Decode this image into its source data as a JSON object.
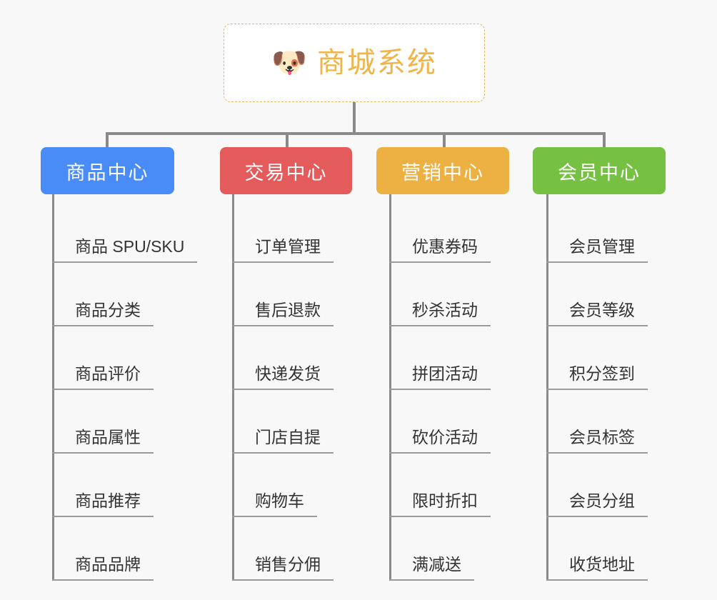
{
  "theme": {
    "background": "#f8f8f8",
    "connector_color": "#8a8a8a",
    "leaf_rule_color": "#9a9a9a",
    "leaf_text_color": "#333333",
    "root_border_color": "#eab761",
    "root_text_color": "#efb54a"
  },
  "root": {
    "title": "商城系统",
    "icon": "🐶",
    "icon_name": "shiba-dog-icon"
  },
  "categories": [
    {
      "id": "product-center",
      "label": "商品中心",
      "color": "#4a8cf7",
      "items": [
        "商品 SPU/SKU",
        "商品分类",
        "商品评价",
        "商品属性",
        "商品推荐",
        "商品品牌"
      ]
    },
    {
      "id": "trade-center",
      "label": "交易中心",
      "color": "#e45b5b",
      "items": [
        "订单管理",
        "售后退款",
        "快递发货",
        "门店自提",
        "购物车",
        "销售分佣"
      ]
    },
    {
      "id": "marketing-center",
      "label": "营销中心",
      "color": "#edb042",
      "items": [
        "优惠券码",
        "秒杀活动",
        "拼团活动",
        "砍价活动",
        "限时折扣",
        "满减送"
      ]
    },
    {
      "id": "member-center",
      "label": "会员中心",
      "color": "#76c144",
      "items": [
        "会员管理",
        "会员等级",
        "积分签到",
        "会员标签",
        "会员分组",
        "收货地址"
      ]
    }
  ]
}
